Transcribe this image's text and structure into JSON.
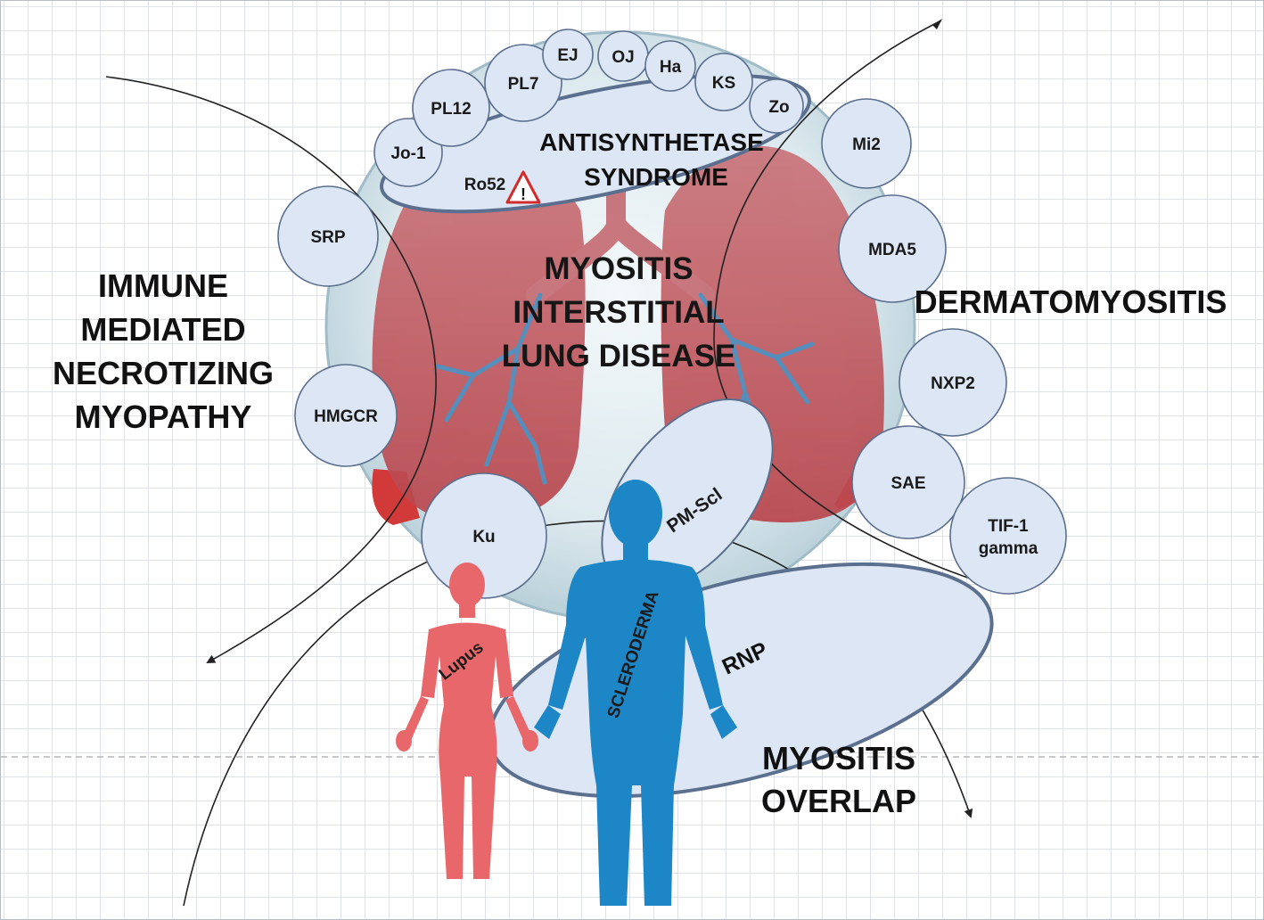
{
  "center_title": [
    "MYOSITIS",
    "INTERSTITIAL",
    "LUNG DISEASE"
  ],
  "antisynthetase_label": [
    "ANTISYNTHETASE",
    "SYNDROME"
  ],
  "imnm_label": [
    "IMMUNE",
    "MEDIATED",
    "NECROTIZING",
    "MYOPATHY"
  ],
  "dermatomyositis_label": "DERMATOMYOSITIS",
  "overlap_label": [
    "MYOSITIS",
    "OVERLAP"
  ],
  "antibodies": {
    "jo1": "Jo-1",
    "pl12": "PL12",
    "pl7": "PL7",
    "ej": "EJ",
    "oj": "OJ",
    "ha": "Ha",
    "ks": "KS",
    "zo": "Zo",
    "ro52": "Ro52",
    "srp": "SRP",
    "hmgcr": "HMGCR",
    "mi2": "Mi2",
    "mda5": "MDA5",
    "nxp2": "NXP2",
    "sae": "SAE",
    "tif1": [
      "TIF-1",
      "gamma"
    ],
    "ku": "Ku",
    "pmscl": "PM-Scl",
    "rnp": "RNP"
  },
  "figures": {
    "lupus": "Lupus",
    "scleroderma": "SCLERODERMA"
  },
  "warning_glyph": "!",
  "colors": {
    "bubble_fill": "#dde6f4",
    "bubble_stroke": "#5b6f8e",
    "lung": "#c0565c",
    "airway": "#4a86b8",
    "lupus_figure": "#e8676b",
    "scleroderma_figure": "#1d86c6",
    "grid": "#dfe3e8"
  }
}
